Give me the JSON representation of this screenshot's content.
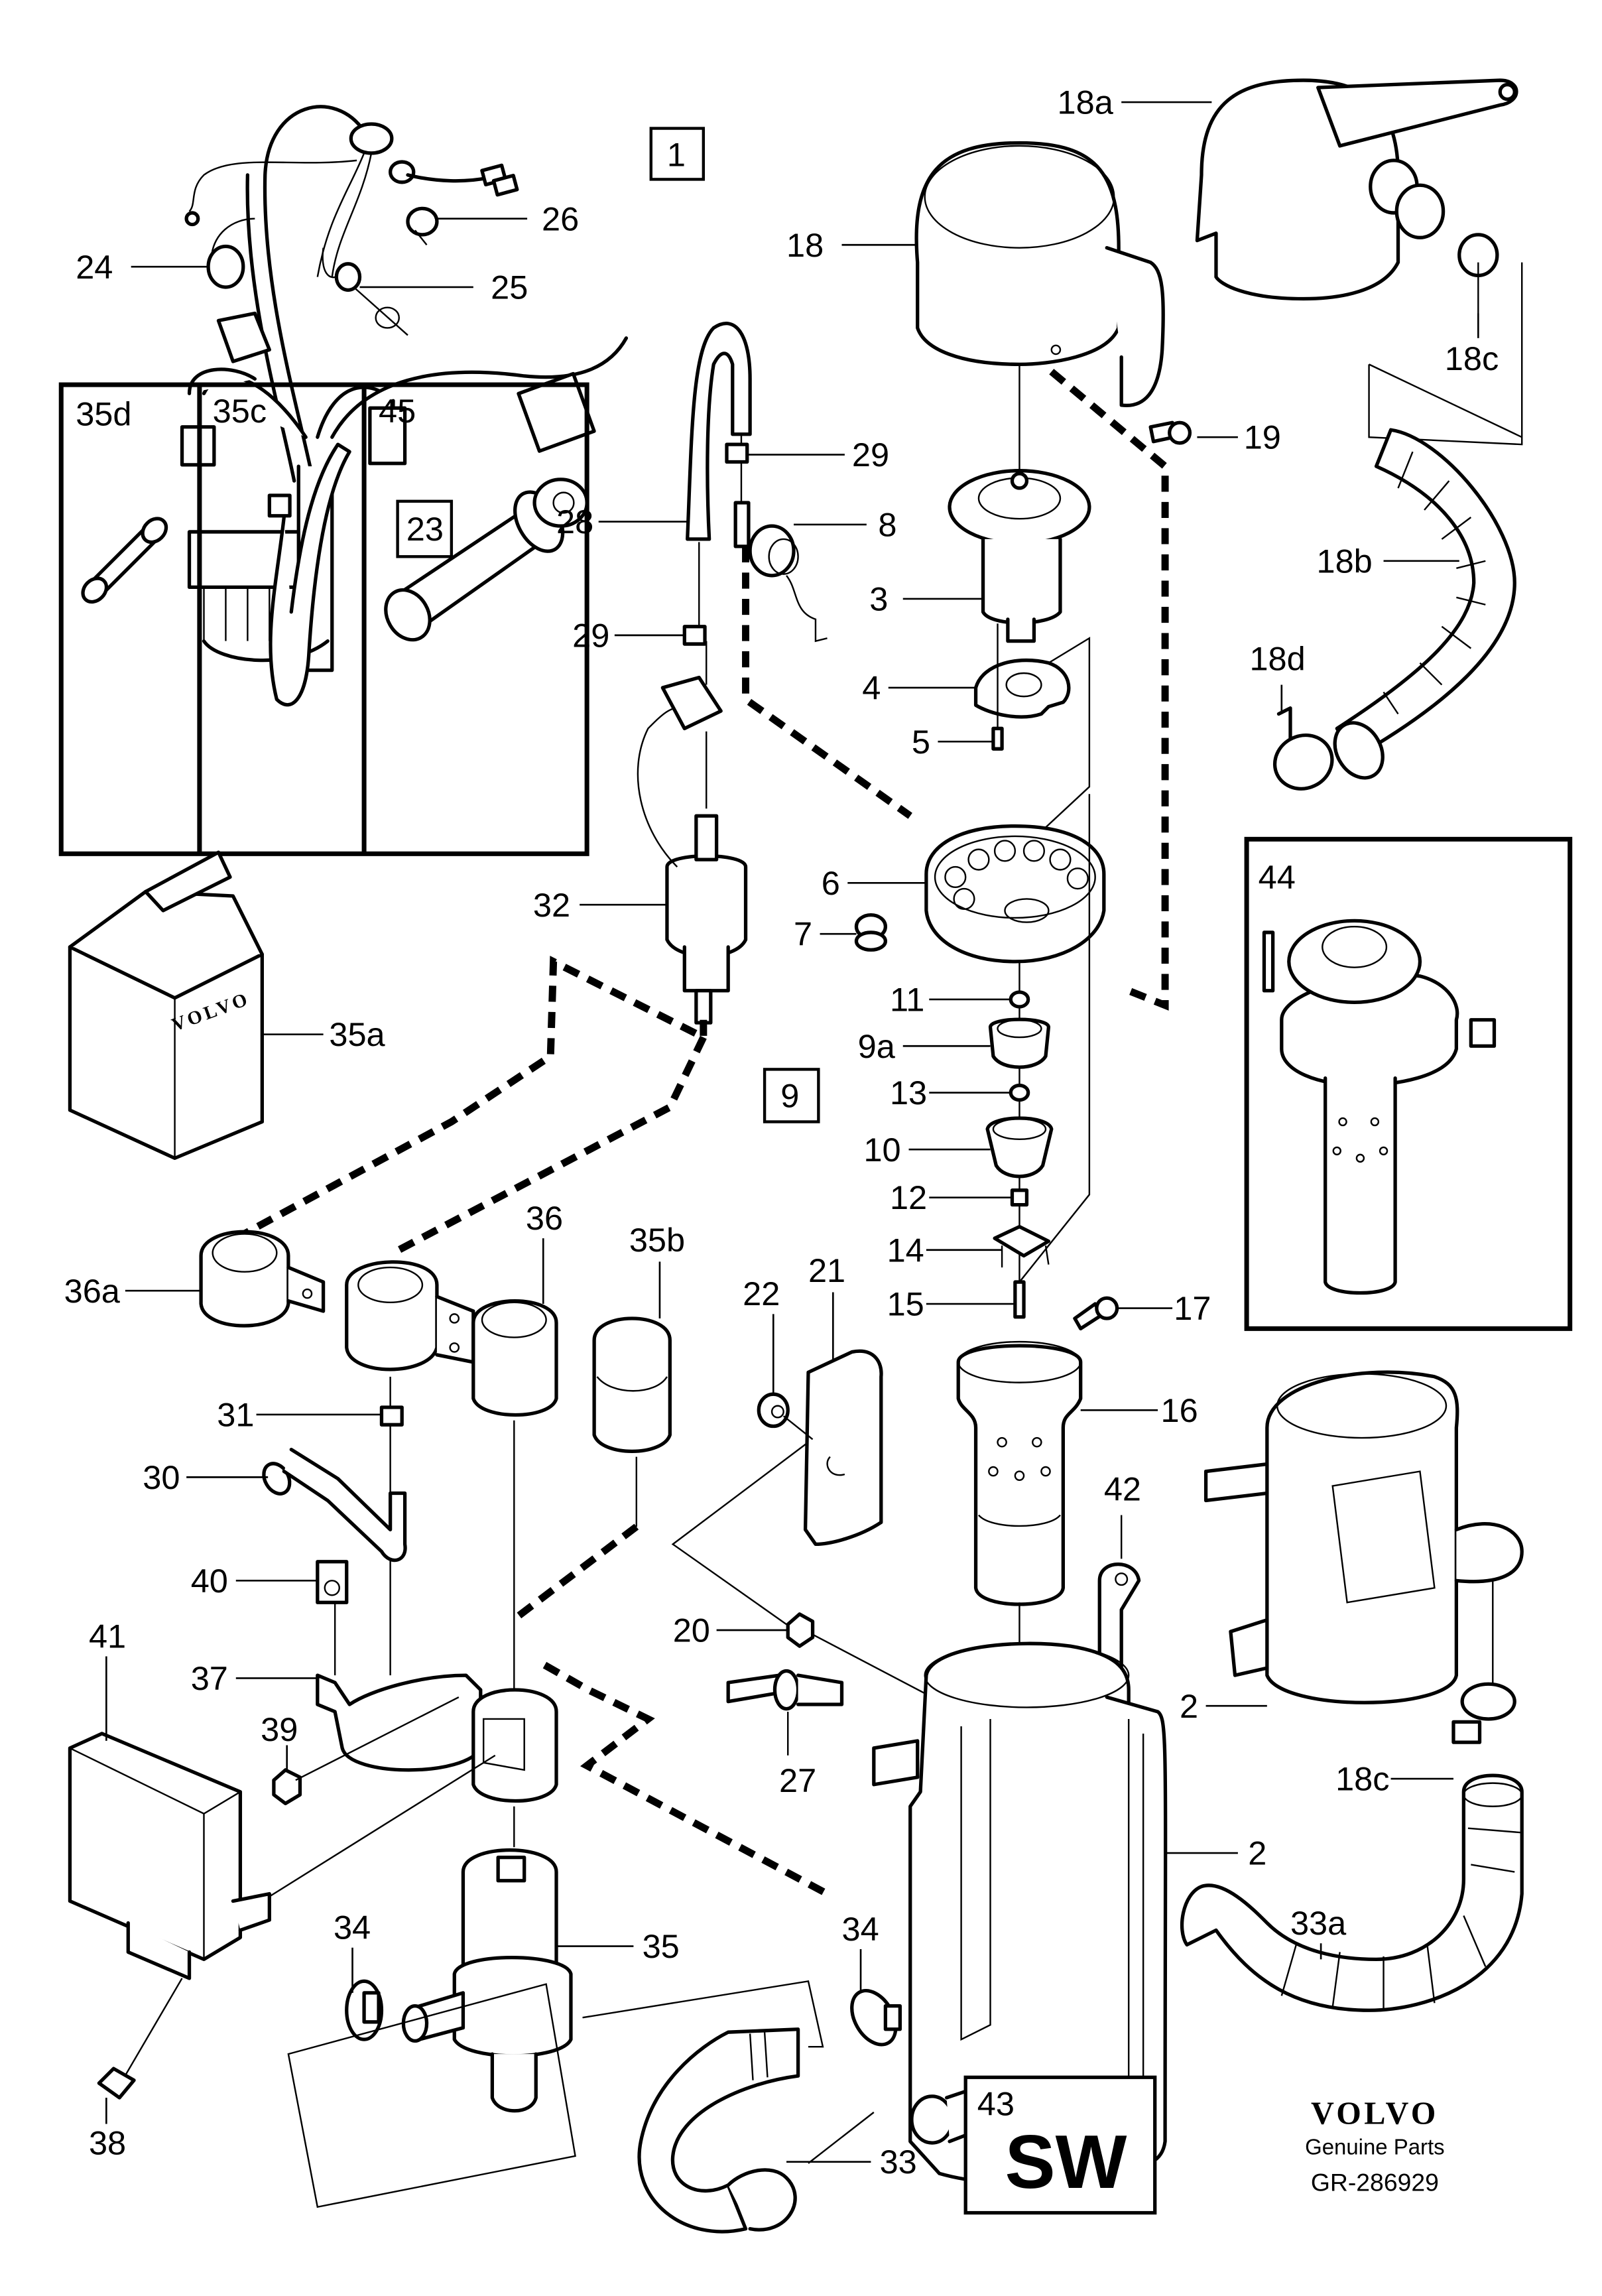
{
  "diagram": {
    "title": "Volvo parking heater exploded parts diagram",
    "group_boxes": [
      {
        "id": "box-1",
        "label": "1"
      },
      {
        "id": "box-23",
        "label": "23"
      },
      {
        "id": "box-9",
        "label": "9"
      }
    ],
    "callouts": {
      "p2a": "2",
      "p2b": "2",
      "p3": "3",
      "p4": "4",
      "p5": "5",
      "p6": "6",
      "p7": "7",
      "p8": "8",
      "p9a": "9a",
      "p10": "10",
      "p11": "11",
      "p12": "12",
      "p13": "13",
      "p14": "14",
      "p15": "15",
      "p16": "16",
      "p17": "17",
      "p18": "18",
      "p18a": "18a",
      "p18b": "18b",
      "p18c_top": "18c",
      "p18c_bottom": "18c",
      "p18d": "18d",
      "p19": "19",
      "p20": "20",
      "p21": "21",
      "p22": "22",
      "p24": "24",
      "p25": "25",
      "p26": "26",
      "p27": "27",
      "p28": "28",
      "p29a": "29",
      "p29b": "29",
      "p30": "30",
      "p31": "31",
      "p32": "32",
      "p33": "33",
      "p33a": "33a",
      "p34a": "34",
      "p34b": "34",
      "p35": "35",
      "p35a": "35a",
      "p35b": "35b",
      "p36": "36",
      "p36a": "36a",
      "p37": "37",
      "p38": "38",
      "p39": "39",
      "p40": "40",
      "p41": "41",
      "p42": "42"
    },
    "kit_panel": {
      "cells": [
        {
          "label": "35d",
          "part": "fuse"
        },
        {
          "label": "35c",
          "part": "fuse-holder-cable"
        },
        {
          "label": "45",
          "part": "glow-pin"
        }
      ]
    },
    "inset_44": {
      "label": "44",
      "part": "burner-assembly"
    },
    "box_35a_brand": "VOLVO",
    "kit_43": {
      "number": "43",
      "code": "SW"
    },
    "footer": {
      "brand": "VOLVO",
      "subtitle": "Genuine Parts",
      "reference": "GR-286929"
    }
  }
}
